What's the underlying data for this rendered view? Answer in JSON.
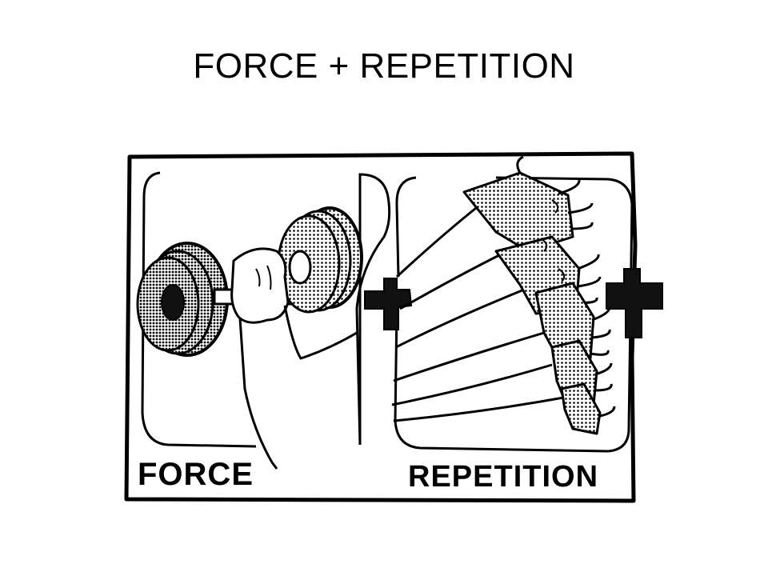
{
  "slide": {
    "title": "FORCE  + REPETITION"
  },
  "illustration": {
    "left_label": "FORCE",
    "right_label": "REPETITION",
    "ink_color": "#000000",
    "stipple_color": "#000000"
  }
}
